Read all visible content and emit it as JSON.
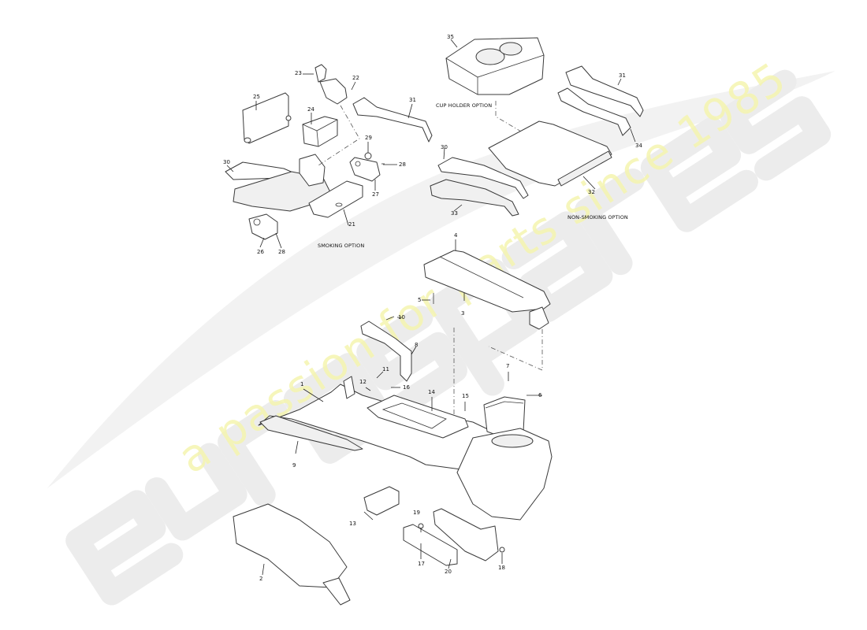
{
  "diagram": {
    "type": "exploded-parts-diagram",
    "subject": "Centre console assembly"
  },
  "watermark": {
    "brand": "eurospares",
    "tagline": "a passion for parts since 1985",
    "brand_color": "#e8e8e8",
    "tagline_color": "#f5f5b0"
  },
  "option_labels": {
    "smoking": "SMOKING OPTION",
    "cup_holder": "CUP HOLDER OPTION",
    "non_smoking": "NON-SMOKING OPTION"
  },
  "callouts": [
    {
      "id": "1",
      "label": "1"
    },
    {
      "id": "2",
      "label": "2"
    },
    {
      "id": "3",
      "label": "3"
    },
    {
      "id": "4",
      "label": "4"
    },
    {
      "id": "5",
      "label": "5"
    },
    {
      "id": "6",
      "label": "6"
    },
    {
      "id": "7",
      "label": "7"
    },
    {
      "id": "8",
      "label": "8"
    },
    {
      "id": "9",
      "label": "9"
    },
    {
      "id": "10",
      "label": "10"
    },
    {
      "id": "11",
      "label": "11"
    },
    {
      "id": "12",
      "label": "12"
    },
    {
      "id": "13",
      "label": "13"
    },
    {
      "id": "14",
      "label": "14"
    },
    {
      "id": "15",
      "label": "15"
    },
    {
      "id": "16",
      "label": "16"
    },
    {
      "id": "17",
      "label": "17"
    },
    {
      "id": "18",
      "label": "18"
    },
    {
      "id": "19",
      "label": "19"
    },
    {
      "id": "20",
      "label": "20"
    },
    {
      "id": "21",
      "label": "21"
    },
    {
      "id": "22",
      "label": "22"
    },
    {
      "id": "23",
      "label": "23"
    },
    {
      "id": "24",
      "label": "24"
    },
    {
      "id": "25",
      "label": "25"
    },
    {
      "id": "26",
      "label": "26"
    },
    {
      "id": "27",
      "label": "27"
    },
    {
      "id": "28a",
      "label": "28"
    },
    {
      "id": "28b",
      "label": "28"
    },
    {
      "id": "29",
      "label": "29"
    },
    {
      "id": "30a",
      "label": "30"
    },
    {
      "id": "30b",
      "label": "30"
    },
    {
      "id": "31a",
      "label": "31"
    },
    {
      "id": "31b",
      "label": "31"
    },
    {
      "id": "32",
      "label": "32"
    },
    {
      "id": "33",
      "label": "33"
    },
    {
      "id": "34",
      "label": "34"
    },
    {
      "id": "35",
      "label": "35"
    }
  ]
}
